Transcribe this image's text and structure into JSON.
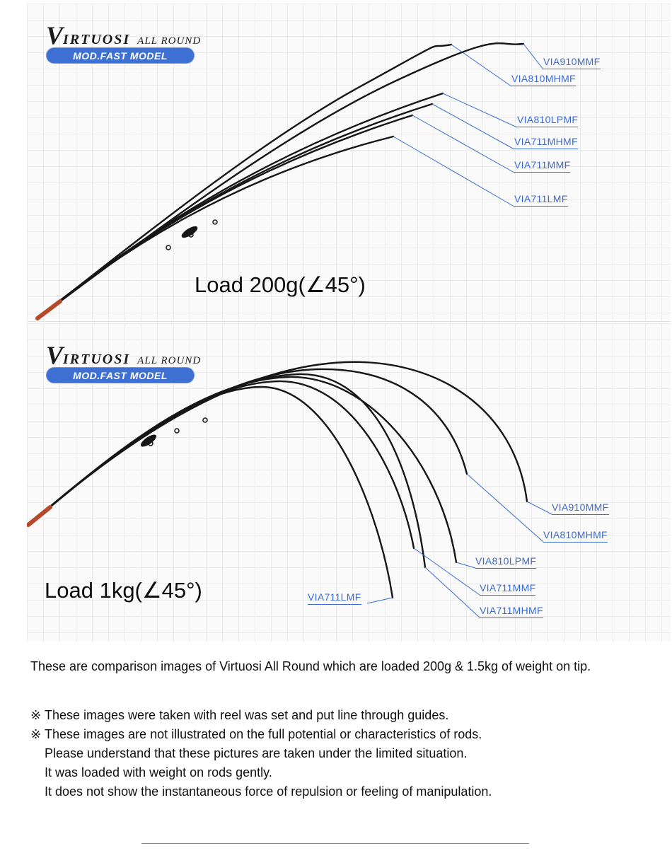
{
  "brand": {
    "logo_v": "V",
    "logo_rest": "IRTUOSI",
    "logo_sub": "ALL ROUND",
    "badge_label": "MOD.FAST MODEL"
  },
  "panels": [
    {
      "load_label": "Load 200g(∠45°)",
      "rod_labels": [
        "VIA910MMF",
        "VIA810MHMF",
        "VIA810LPMF",
        "VIA711MHMF",
        "VIA711MMF",
        "VIA711LMF"
      ]
    },
    {
      "load_label": "Load 1kg(∠45°)",
      "rod_labels": [
        "VIA910MMF",
        "VIA810MHMF",
        "VIA810LPMF",
        "VIA711MMF",
        "VIA711MHMF",
        "VIA711LMF"
      ]
    }
  ],
  "description": {
    "intro": "These are comparison images of Virtuosi All Round which are loaded 200g & 1.5kg of weight on tip.",
    "notes": [
      {
        "marker": "※",
        "text": "These images were taken with reel was set and put line through guides."
      },
      {
        "marker": "※",
        "text": "These images are not illustrated on the full potential or characteristics of rods."
      },
      {
        "marker": "",
        "text": "Please understand that these pictures are taken under the limited situation."
      },
      {
        "marker": "",
        "text": "It was loaded with weight on rods gently."
      },
      {
        "marker": "",
        "text": "It does not show the instantaneous force of repulsion or feeling of manipulation."
      }
    ]
  },
  "colors": {
    "label_blue": "#3a6bd0",
    "badge_blue": "#3e6fd2",
    "rod_black": "#161616",
    "grid_line": "#ebebeb",
    "panel_bg": "#fafafa"
  }
}
